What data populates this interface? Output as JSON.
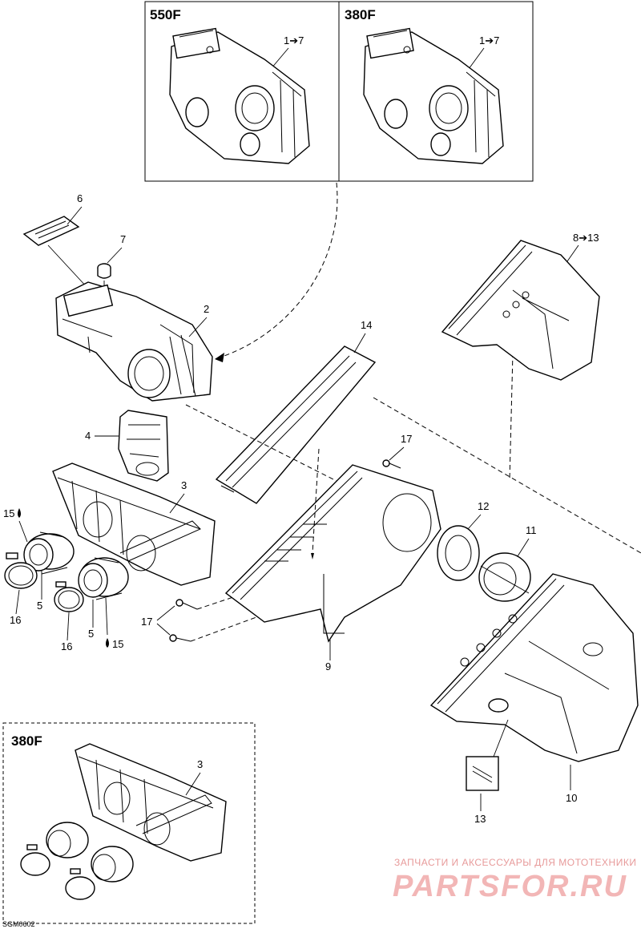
{
  "variant_boxes": {
    "top_left_model": "550F",
    "top_right_model": "380F",
    "top_left_range": "1➔7",
    "top_right_range": "1➔7",
    "bottom_model": "380F",
    "bottom_part": "3"
  },
  "callouts": {
    "c2": "2",
    "c3": "3",
    "c4": "4",
    "c5a": "5",
    "c5b": "5",
    "c6": "6",
    "c7": "7",
    "c8_13": "8➔13",
    "c9": "9",
    "c10": "10",
    "c11": "11",
    "c12": "12",
    "c13": "13",
    "c14": "14",
    "c15a": "15",
    "c15b": "15",
    "c16a": "16",
    "c16b": "16",
    "c17a": "17",
    "c17b": "17"
  },
  "drawing_code": "SGM0602",
  "watermark": {
    "line1": "ЗАПЧАСТИ И АКСЕССУАРЫ ДЛЯ МОТОТЕХНИКИ",
    "line2": "PARTSFOR.RU"
  },
  "colors": {
    "ink": "#000000",
    "watermark": "#f2b6b6",
    "background": "#ffffff"
  }
}
